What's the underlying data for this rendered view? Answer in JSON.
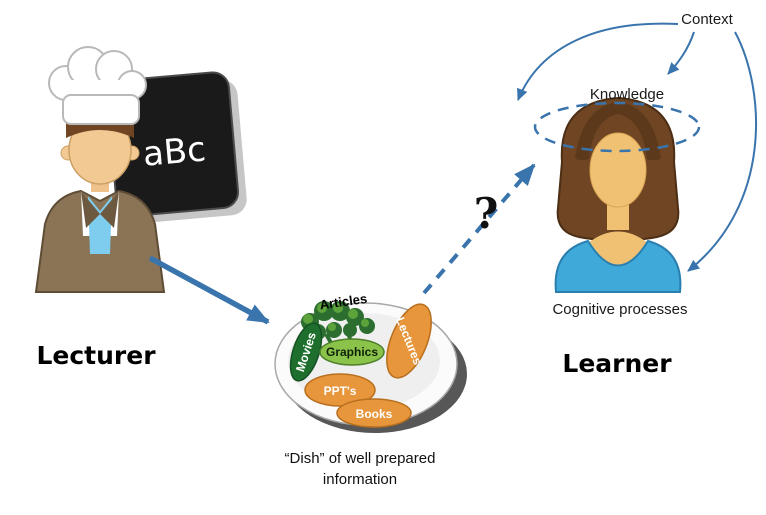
{
  "labels": {
    "lecturer": "Lecturer",
    "learner": "Learner",
    "context": "Context",
    "knowledge": "Knowledge",
    "cognitive_processes": "Cognitive processes",
    "question_mark": "?",
    "blackboard_text": "aBc",
    "dish_caption_line1": "“Dish” of well prepared",
    "dish_caption_line2": "information"
  },
  "dish_items": {
    "articles": "Articles",
    "lectures": "Lectures",
    "movies": "Movies",
    "graphics": "Graphics",
    "ppts": "PPT's",
    "books": "Books"
  },
  "colors": {
    "arrow_blue": "#3a74ad",
    "blackboard": "#1a1a1a",
    "chef_jacket_brown": "#8b7456",
    "hair_brown": "#6f4523",
    "learner_shirt_blue": "#3fa9d9",
    "food_orange": "#e8963b",
    "broccoli_dark_green": "#2c6e2f",
    "broccoli_light_green": "#8bc34a",
    "skin": "#f0c173",
    "plate": "#fbfbfb"
  }
}
